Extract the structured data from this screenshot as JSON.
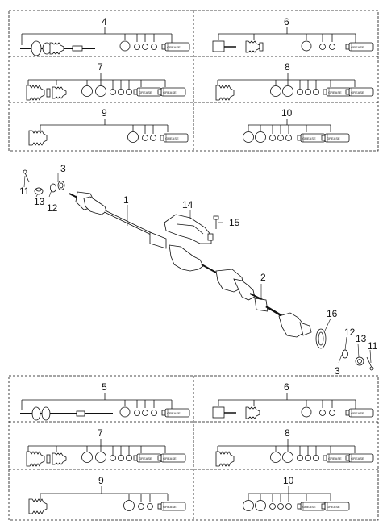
{
  "kit_panels_top": [
    {
      "callout": "4"
    },
    {
      "callout": "6"
    },
    {
      "callout": "7"
    },
    {
      "callout": "8"
    },
    {
      "callout": "9"
    },
    {
      "callout": "10"
    }
  ],
  "kit_panels_bottom": [
    {
      "callout": "5"
    },
    {
      "callout": "6"
    },
    {
      "callout": "7"
    },
    {
      "callout": "8"
    },
    {
      "callout": "9"
    },
    {
      "callout": "10"
    }
  ],
  "grease_label": "GREASE",
  "main_callouts": {
    "c1": "1",
    "c2": "2",
    "c3_left": "3",
    "c3_right": "3",
    "c11_left": "11",
    "c11_right": "11",
    "c12_left": "12",
    "c12_right": "12",
    "c13_left": "13",
    "c13_right": "13",
    "c14": "14",
    "c15": "15",
    "c16": "16"
  }
}
